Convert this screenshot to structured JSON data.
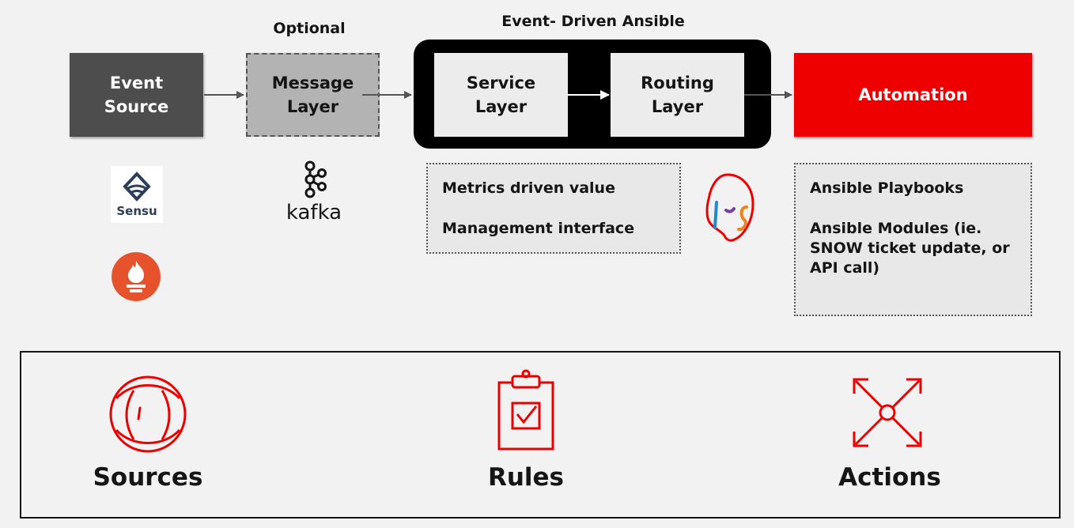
{
  "labels": {
    "optional": "Optional",
    "eda_title": "Event- Driven Ansible"
  },
  "boxes": {
    "event_source": "Event\nSource",
    "message_layer": "Message\nLayer",
    "service_layer": "Service\nLayer",
    "routing_layer": "Routing\nLayer",
    "automation": "Automation"
  },
  "logos": {
    "sensu": "Sensu",
    "kafka": "kafka"
  },
  "eda_notes": [
    "Metrics driven value",
    "Management interface"
  ],
  "automation_notes": [
    "Ansible Playbooks",
    "Ansible Modules (ie. SNOW ticket update, or API call)"
  ],
  "bottom": {
    "sources": "Sources",
    "rules": "Rules",
    "actions": "Actions"
  },
  "colors": {
    "accent_red": "#ee0000",
    "dark_box": "#4d4d4d",
    "light_box": "#ececec"
  }
}
